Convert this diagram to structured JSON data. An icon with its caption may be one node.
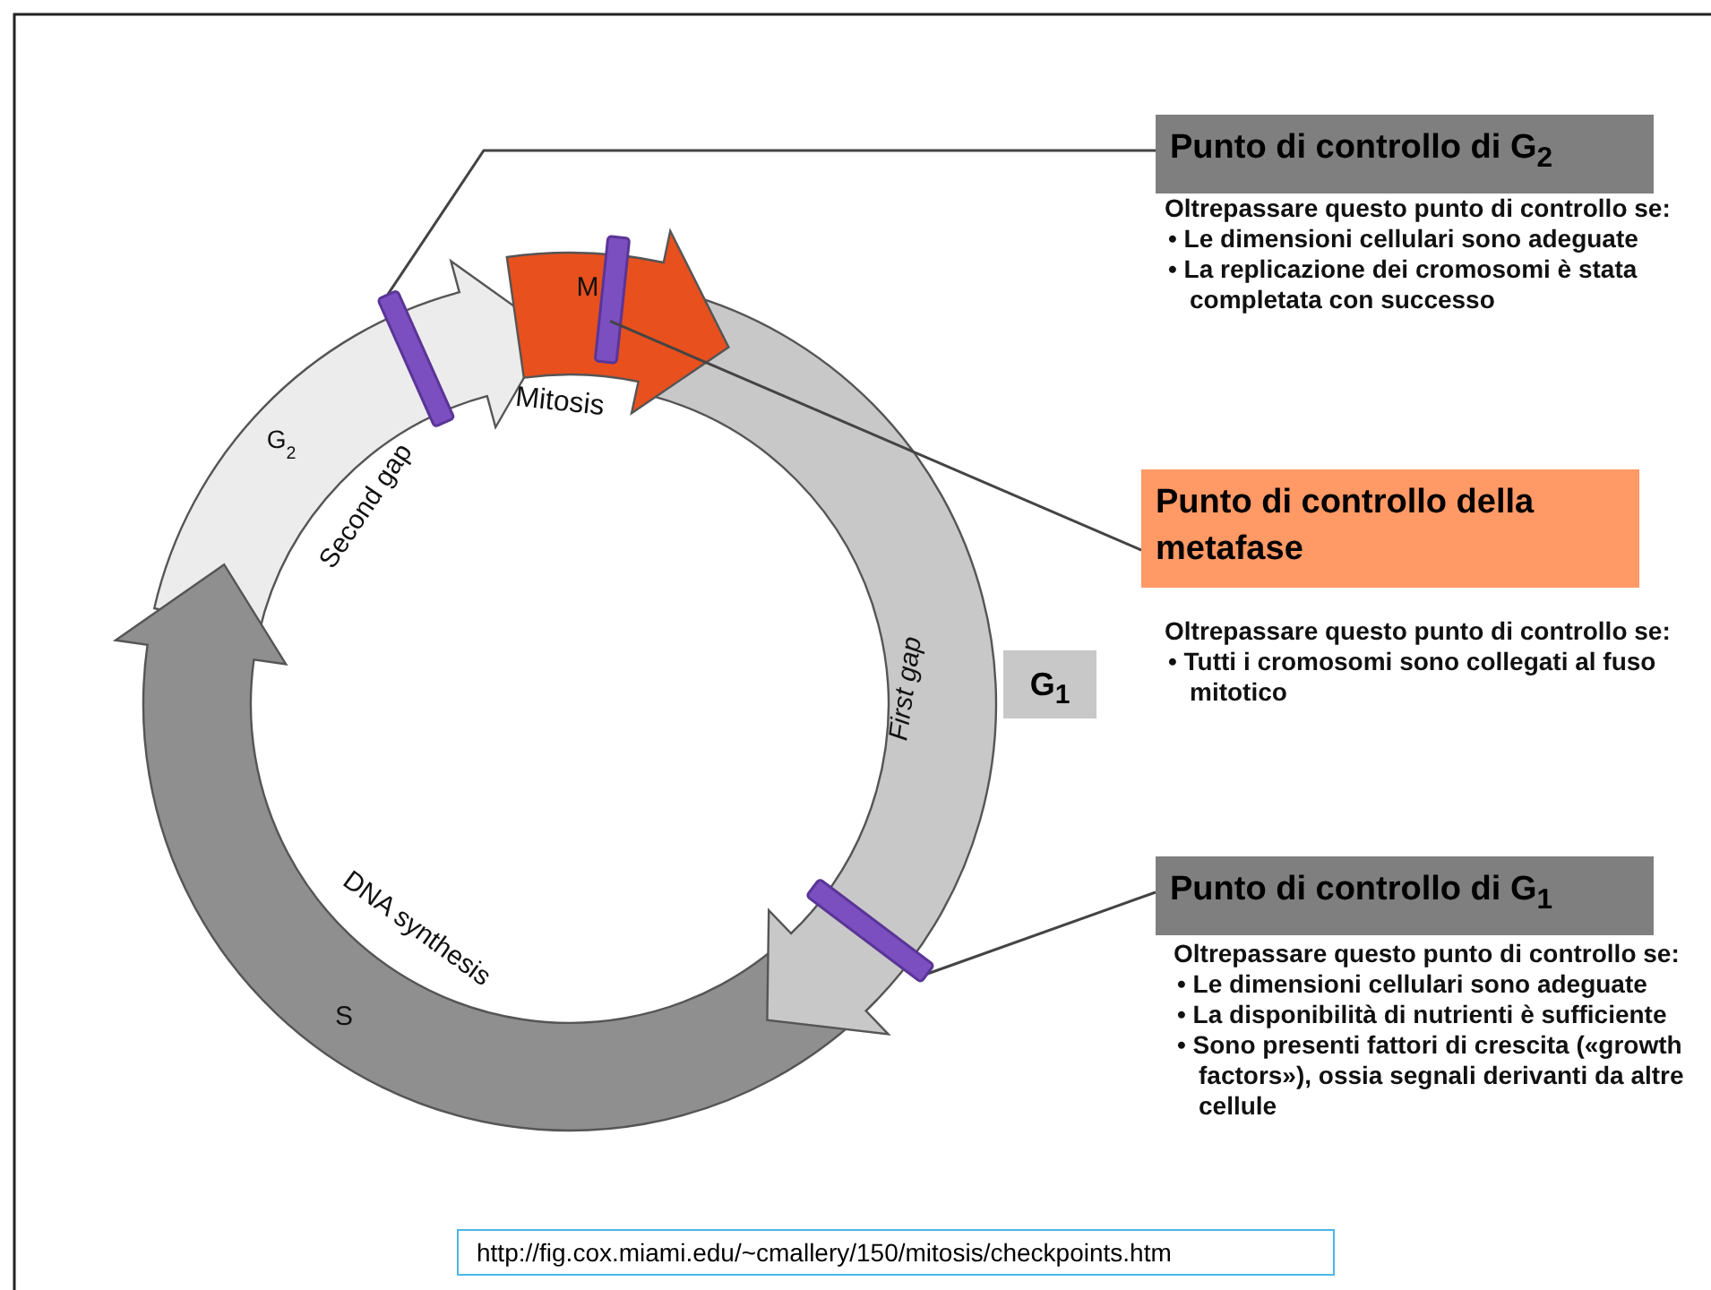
{
  "diagram": {
    "nodes": [
      {
        "text": [
          "G$_{1}$"
        ]
      },
      {
        "text": [],
        "shape": "bar"
      },
      {
        "text": [],
        "shape": "bar"
      },
      {
        "text": [],
        "shape": "bar"
      },
      {
        "text": [
          "Punto di controllo di G$_{2}$"
        ],
        "beside": [
          "Oltrepassare questo punto di controllo se:",
          "• Le dimensioni cellulari sono adeguate",
          "• La replicazione dei cromosomi è stata completata con successo"
        ]
      },
      {
        "text": [
          "Punto di controllo della metafase"
        ],
        "beside": [
          "Oltrepassare questo punto di controllo se:",
          "• Tutti i cromosomi sono collegati al fuso mitotico"
        ]
      },
      {
        "text": [
          "Punto di controllo di G$_{1}$"
        ],
        "beside": [
          "Oltrepassare questo punto di controllo se:",
          "• Le dimensioni cellulari sono adeguate",
          "• La disponibilità di nutrienti è sufficiente",
          "• Sono presenti fattori di crescita («growth factors»), ossia segnali derivanti da altre cellule"
        ]
      }
    ],
    "edges": [
      {
        "from": 4,
        "to": 1,
        "arrow": "none"
      },
      {
        "from": 5,
        "to": 2,
        "arrow": "none"
      },
      {
        "from": 6,
        "to": 3,
        "arrow": "none"
      }
    ],
    "labels": [
      "G$_{2}$",
      "Second gap",
      "M",
      "Mitosis",
      "First gap",
      "S",
      "DNA synthesis",
      "http://fig.cox.miami.edu/~cmallery/150/mitosis/checkpoints.htm"
    ]
  }
}
